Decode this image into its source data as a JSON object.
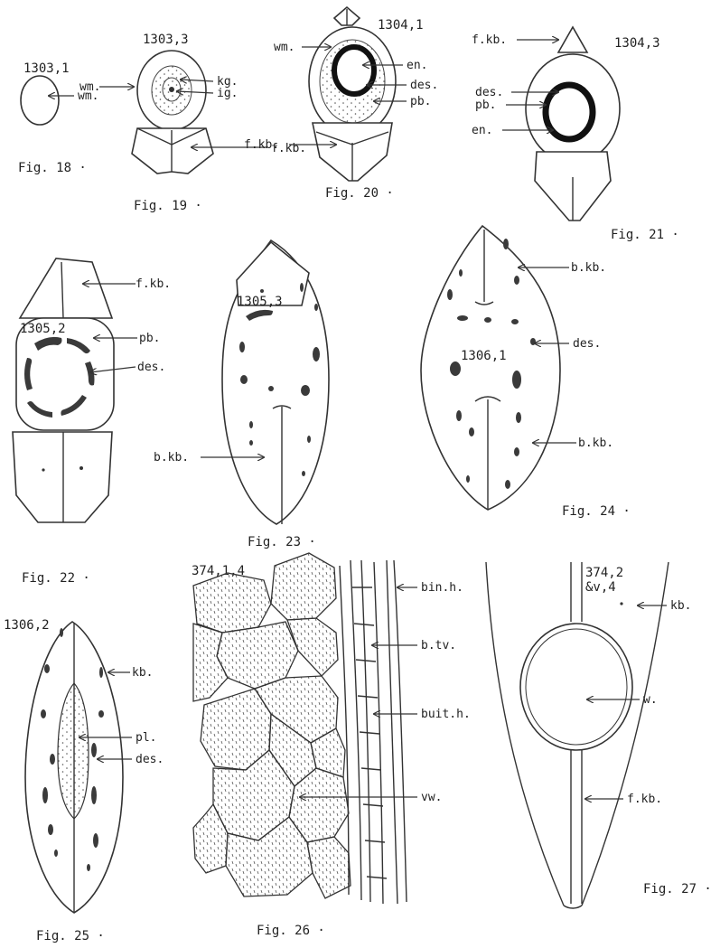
{
  "figures": {
    "fig18": {
      "caption": "Fig. 18 ·",
      "number": "1303,1",
      "labels": {
        "wm": "wm."
      }
    },
    "fig19": {
      "caption": "Fig. 19 ·",
      "number": "1303,3",
      "labels": {
        "wm": "wm.",
        "kg": "kg.",
        "ig": "ig.",
        "fkb": "f.kb."
      }
    },
    "fig20": {
      "caption": "Fig. 20 ·",
      "number": "1304,1",
      "labels": {
        "wm": "wm.",
        "en": "en.",
        "des": "des.",
        "pb": "pb.",
        "fkb": "f.kb."
      }
    },
    "fig21": {
      "caption": "Fig. 21 ·",
      "number": "1304,3",
      "labels": {
        "fkb": "f.kb.",
        "des": "des.",
        "pb": "pb.",
        "en": "en."
      }
    },
    "fig22": {
      "caption": "Fig. 22 ·",
      "number": "1305,2",
      "labels": {
        "fkb": "f.kb.",
        "pb": "pb.",
        "des": "des."
      }
    },
    "fig23": {
      "caption": "Fig. 23 ·",
      "number": "1305,3",
      "labels": {
        "bkb": "b.kb."
      }
    },
    "fig24": {
      "caption": "Fig. 24 ·",
      "number": "1306,1",
      "labels": {
        "bkb_top": "b.kb.",
        "des": "des.",
        "bkb_bottom": "b.kb."
      }
    },
    "fig25": {
      "caption": "Fig. 25 ·",
      "number": "1306,2",
      "labels": {
        "kb": "kb.",
        "pl": "pl.",
        "des": "des."
      }
    },
    "fig26": {
      "caption": "Fig. 26 ·",
      "number": "374,1,4",
      "labels": {
        "binh": "bin.h.",
        "btv": "b.tv.",
        "buith": "buit.h.",
        "vw": "vw."
      }
    },
    "fig27": {
      "caption": "Fig. 27 ·",
      "number_line1": "374,2",
      "number_line2": "&v,4",
      "labels": {
        "kb": "kb.",
        "w": "w.",
        "fkb": "f.kb."
      }
    }
  }
}
